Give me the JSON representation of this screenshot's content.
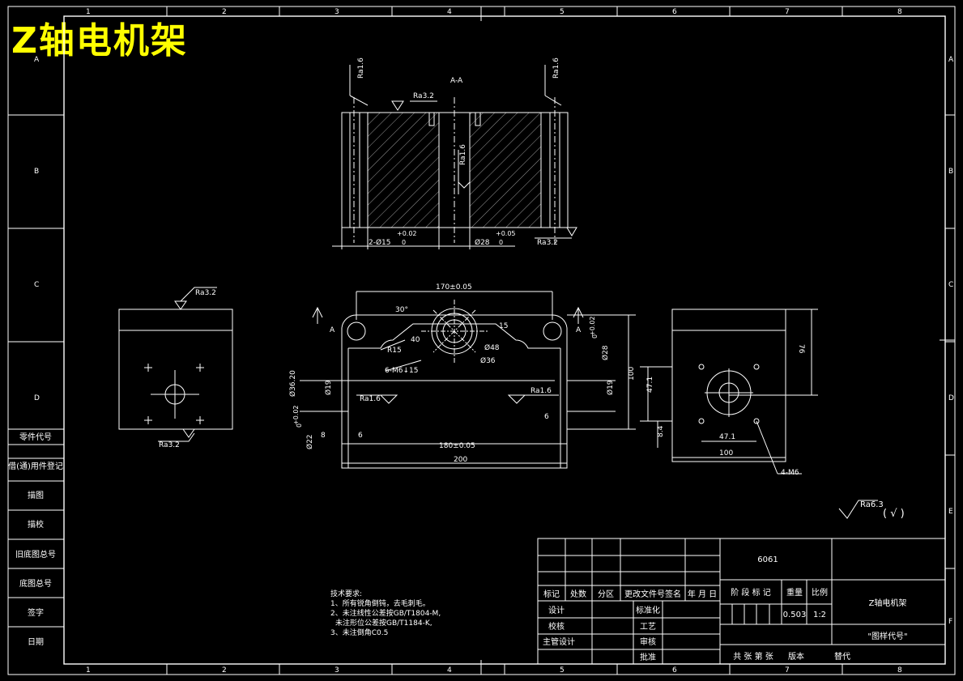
{
  "colors": {
    "background": "#000000",
    "line": "#ffffff",
    "title": "#ffff00",
    "red": "#ff0000"
  },
  "title_overlay": "Z轴电机架",
  "title_overlay_sub": "JCH_TEB_.",
  "zone_columns": [
    "1",
    "2",
    "3",
    "4",
    "5",
    "6",
    "7",
    "8"
  ],
  "zone_rows": [
    "A",
    "B",
    "C",
    "D",
    "E",
    "F"
  ],
  "section_label": "A-A",
  "section_mark": "A",
  "roughness": {
    "ra32": "Ra3.2",
    "ra16": "Ra1.6",
    "ra63": "Ra6.3",
    "other_symbol": "( √ )"
  },
  "section_dims": {
    "hole_dim": "2-Ø15",
    "hole_tol_upper": "+0.02",
    "hole_tol_lower": "0",
    "bore_dim": "Ø28",
    "bore_tol_upper": "+0.05",
    "bore_tol_lower": "0"
  },
  "front_dims": {
    "width_170": "170±0.05",
    "angle": "30°",
    "r15": "R15",
    "d48": "Ø48",
    "d36": "Ø36",
    "thread": "6-M6↓15",
    "h15": "15",
    "h40": "40",
    "d3620": "Ø36.20",
    "d19_left": "Ø19",
    "d22": "Ø22",
    "d22_tol_upper": "+0.02",
    "d22_tol_lower": "0",
    "w8": "8",
    "w6_left": "6",
    "w6_right": "6",
    "d19_right": "Ø19",
    "d28": "Ø28",
    "d28_tol_upper": "+0.02",
    "d28_tol_lower": "0",
    "h100": "100",
    "width_180": "180±0.05",
    "width_200": "200"
  },
  "side_dims": {
    "h76": "76",
    "h471": "47.1",
    "h84": "8.4",
    "w471": "47.1",
    "w100": "100",
    "tap": "4-M6"
  },
  "tech_requirements": {
    "heading": "技术要求:",
    "line1": "1、所有锐角倒钝，去毛刺毛。",
    "line2": "2、未注线性公差按GB/T1804-M,",
    "line3": "未注形位公差按GB/T1184-K,",
    "line4": "3、未注倒角C0.5"
  },
  "left_table": {
    "rows": [
      "零件代号",
      "借(通)用件登记",
      "描图",
      "描校",
      "旧底图总号",
      "底图总号",
      "签字",
      "日期"
    ]
  },
  "title_block": {
    "material": "6061",
    "part_name": "Z轴电机架",
    "drawing_code": "\"图样代号\"",
    "mass": "0.503",
    "scale": "1:2",
    "stage_label": "阶 段 标 记",
    "mass_label": "重量",
    "scale_label": "比例",
    "rev_headers": [
      "标记",
      "处数",
      "分区",
      "更改文件号签名",
      "年 月 日"
    ],
    "design": "设计",
    "standardize": "标准化",
    "check": "校核",
    "process": "工艺",
    "chief": "主管设计",
    "review": "审核",
    "approve": "批准",
    "sheets": "共  张  第  张",
    "version": "版本",
    "replace": "替代"
  }
}
